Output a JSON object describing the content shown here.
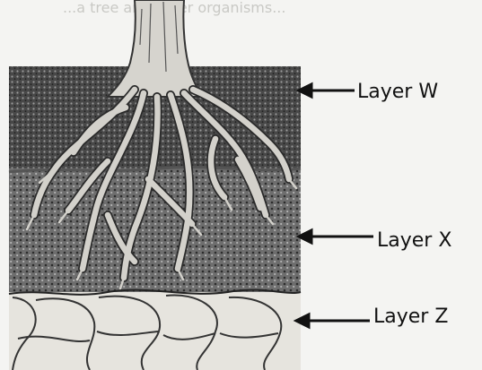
{
  "diagram": {
    "header_fragment": "...a tree and other organisms...",
    "labels": {
      "layer_w": "Layer W",
      "layer_x": "Layer X",
      "layer_z": "Layer Z"
    }
  },
  "colors": {
    "topsoil": "#3f3f3f",
    "subsoil": "#6a6a6a",
    "bedrock": "#e4e2dc",
    "root": "#d3d1cb",
    "ink": "#111111"
  }
}
